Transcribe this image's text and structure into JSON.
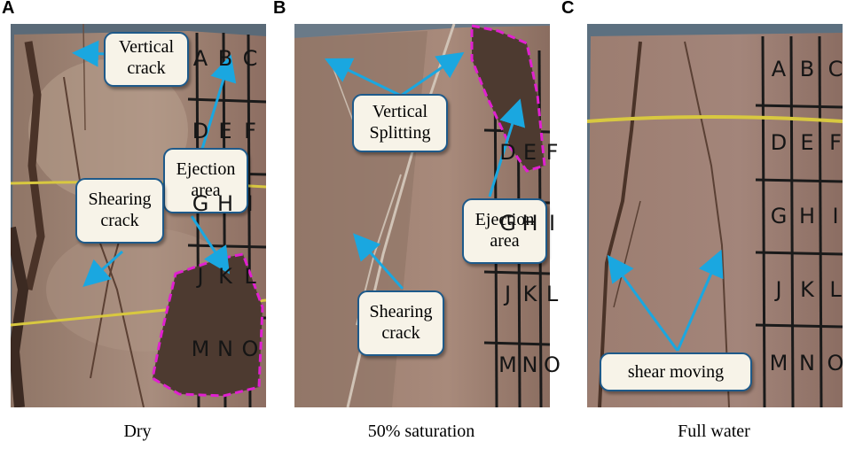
{
  "panels": [
    {
      "letter": "A",
      "caption": "Dry",
      "labels": {
        "vertical_crack": "Vertical crack",
        "ejection_area": "Ejection area",
        "shearing_crack": "Shearing crack"
      },
      "grid_letters": [
        "A",
        "B",
        "C",
        "D",
        "E",
        "F",
        "G",
        "H",
        "I",
        "J",
        "K",
        "L",
        "M",
        "N",
        "O"
      ]
    },
    {
      "letter": "B",
      "caption": "50% saturation",
      "labels": {
        "vertical_splitting": "Vertical Splitting",
        "ejection_area": "Ejection area",
        "shearing_crack": "Shearing crack"
      },
      "grid_letters": [
        "A",
        "B",
        "C",
        "D",
        "E",
        "F",
        "G",
        "H",
        "I",
        "J",
        "K",
        "L",
        "M",
        "N",
        "O"
      ]
    },
    {
      "letter": "C",
      "caption": "Full water",
      "labels": {
        "shear_moving": "shear moving"
      },
      "grid_letters": [
        "A",
        "B",
        "C",
        "D",
        "E",
        "F",
        "G",
        "H",
        "I",
        "J",
        "K",
        "L",
        "M",
        "N",
        "O"
      ]
    }
  ],
  "colors": {
    "arrow": "#1aa7e0",
    "ejection_outline": "#e020d0",
    "callout_border": "#1e5a8a",
    "callout_fill": "#f7f3e8",
    "rock": "#a4887a",
    "band": "#d8c840"
  }
}
